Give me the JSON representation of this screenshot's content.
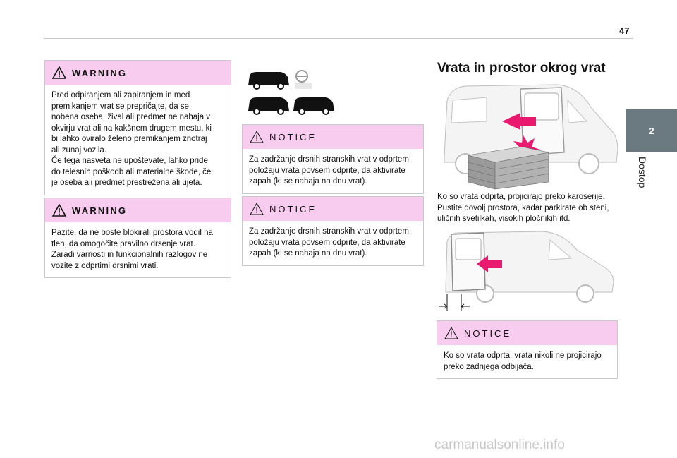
{
  "page": {
    "number": "47"
  },
  "tab": {
    "number": "2",
    "label": "Dostop"
  },
  "warning1": {
    "title": "WARNING",
    "lines": [
      "Pred odpiranjem ali zapiranjem in med",
      "premikanjem vrat se prepričajte, da se",
      "nobena oseba, žival ali predmet ne nahaja v",
      "okvirju vrat ali na kakšnem drugem mestu, ki",
      "bi lahko oviralo želeno premikanjem znotraj",
      "ali zunaj vozila.",
      "Če tega nasveta ne upoštevate, lahko pride",
      "do telesnih poškodb ali materialne škode, če",
      "je oseba ali predmet prestrežena ali ujeta."
    ]
  },
  "warning2": {
    "title": "WARNING",
    "lines": [
      "Pazite, da ne boste blokirali prostora vodil na",
      "tleh, da omogočite pravilno drsenje vrat.",
      "Zaradi varnosti in funkcionalnih razlogov ne",
      "vozite z odprtimi drsnimi vrati."
    ]
  },
  "notice1": {
    "title": "NOTICE",
    "lines": [
      "Za zadržanje drsnih stranskih vrat v odprtem",
      "položaju vrata povsem odprite, da aktivirate",
      "zapah (ki se nahaja na dnu vrat)."
    ]
  },
  "notice2": {
    "title": "NOTICE",
    "lines": [
      "Za zadržanje drsnih stranskih vrat v odprtem",
      "položaju vrata povsem odprite, da aktivirate",
      "zapah (ki se nahaja na dnu vrat)."
    ]
  },
  "section": {
    "heading": "Vrata in prostor okrog vrat",
    "lines": [
      "Ko so vrata odprta, projicirajo preko karoserije.",
      "Pustite dovolj prostora, kadar parkirate ob steni,",
      "uličnih svetilkah, visokih pločnikih itd."
    ]
  },
  "notice3": {
    "title": "NOTICE",
    "lines": [
      "Ko so vrata odprta, vrata nikoli ne projicirajo",
      "preko zadnjega odbijača."
    ]
  },
  "watermark": "carmanualsonline.info",
  "colors": {
    "box_header": "#f7ccee",
    "tab": "#6b7a80",
    "arrow": "#e8196e"
  },
  "icons": [
    "warning-icon",
    "notice-icon",
    "van-icon",
    "steering-wheel-icon"
  ]
}
